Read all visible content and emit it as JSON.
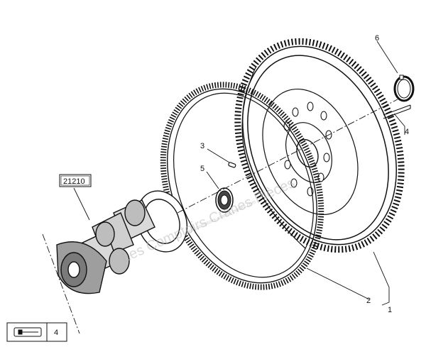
{
  "diagram": {
    "callouts": [
      {
        "id": "1",
        "text": "1"
      },
      {
        "id": "2",
        "text": "2"
      },
      {
        "id": "3",
        "text": "3"
      },
      {
        "id": "4",
        "text": "4"
      },
      {
        "id": "5",
        "text": "5"
      },
      {
        "id": "6",
        "text": "6"
      }
    ],
    "reference_group": "21210",
    "legend_quantity": "4",
    "watermark": "Les Comptoirs Cranes Pièces",
    "watermark_small": "www.comptoirs-cranes-pieces.com"
  }
}
